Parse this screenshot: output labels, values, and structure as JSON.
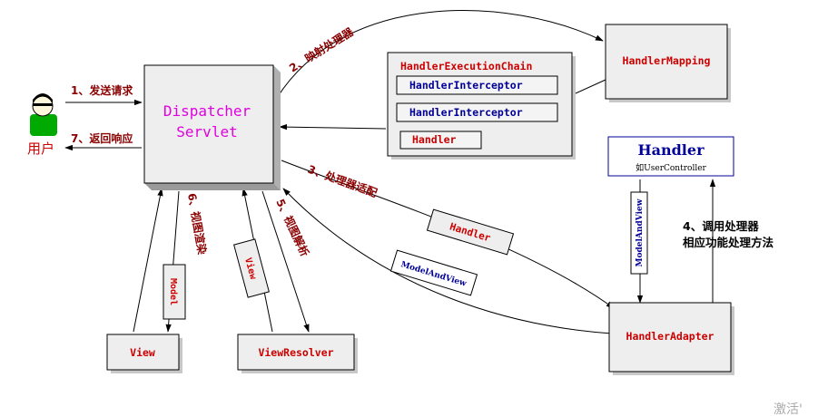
{
  "nodes": {
    "dispatcher": {
      "line1": "Dispatcher",
      "line2": "Servlet"
    },
    "chain": {
      "title": "HandlerExecutionChain",
      "interceptor1": "HandlerInterceptor",
      "interceptor2": "HandlerInterceptor",
      "handler": "Handler"
    },
    "handler_mapping": "HandlerMapping",
    "handler_box": {
      "title": "Handler",
      "sub": "如UserController"
    },
    "handler_adapter": "HandlerAdapter",
    "view": "View",
    "view_resolver": "ViewResolver",
    "user": "用户"
  },
  "steps": {
    "s1": "1、发送请求",
    "s2": "2、映射处理器",
    "s3": "3、处理器适配",
    "s4_line1": "4、调用处理器",
    "s4_line2": "相应功能处理方法",
    "s5": "5、视图解析",
    "s6": "6、视图渲染",
    "s7": "7、返回响应"
  },
  "tags": {
    "handler": "Handler",
    "model_and_view": "ModelAndView",
    "model_and_view_vertical": "ModelAndView",
    "model": "Model",
    "view": "View"
  },
  "watermark": "激活'",
  "colors": {
    "box_fill": "#eeeeee",
    "shadow": "#c8c8c8",
    "red_text": "#cc0000",
    "blue_text": "#000099",
    "magenta_text": "#e000e0",
    "dark_red_label": "#8b0000",
    "line": "#000000"
  }
}
